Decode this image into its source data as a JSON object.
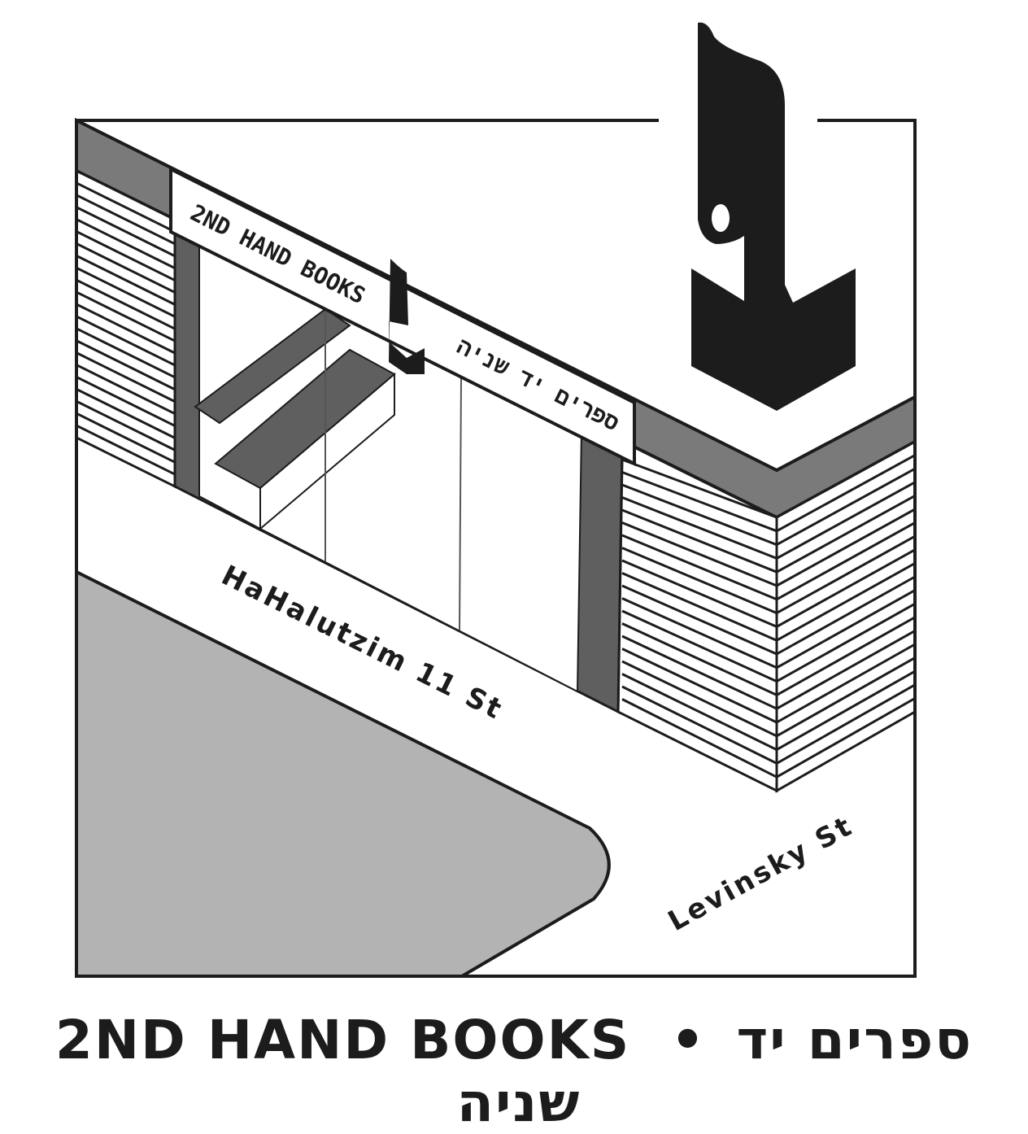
{
  "sign": {
    "english": "2ND HAND BOOKS",
    "hebrew": "ספרים יד שניה"
  },
  "streets": {
    "main": "HaHalutzim 11 St",
    "cross": "Levinsky St"
  },
  "footer": {
    "english": "2ND HAND BOOKS",
    "separator": "•",
    "hebrew": "ספרים יד שניה"
  },
  "colors": {
    "ink": "#1c1c1c",
    "band": "#7a7a7a",
    "pillar": "#5f5f5f",
    "road": "#b3b3b3"
  }
}
